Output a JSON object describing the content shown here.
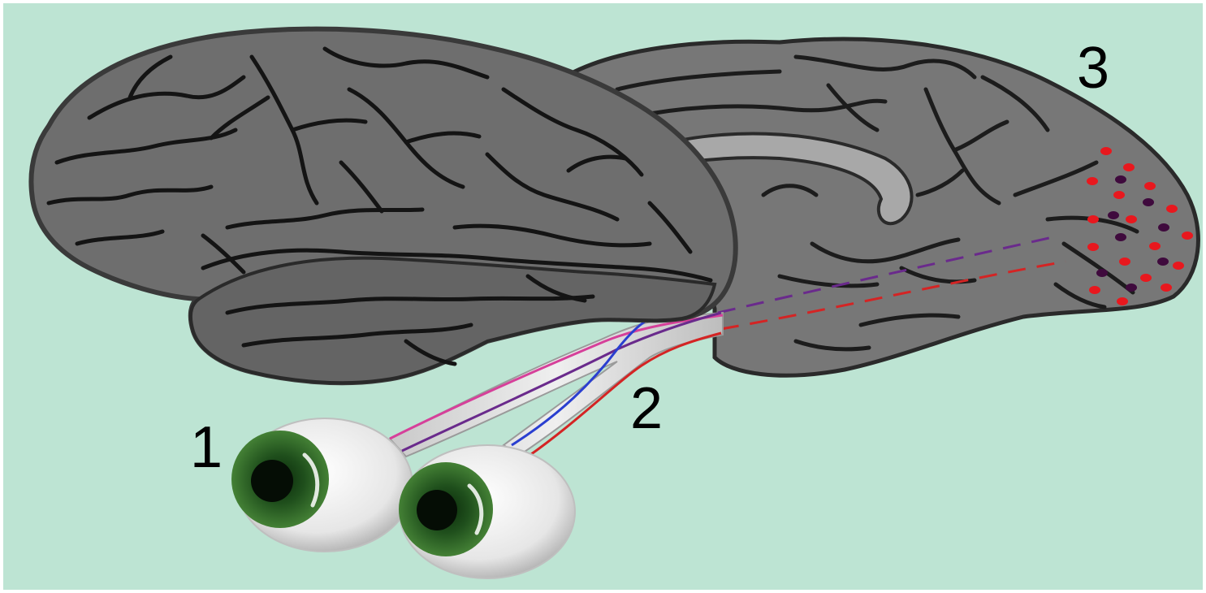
{
  "labels": {
    "eyes": "1",
    "optic_nerves": "2",
    "visual_cortex": "3"
  },
  "icons": [
    "brain-lateral-view",
    "brain-medial-view",
    "eyeball-icon",
    "optic-nerve",
    "neuron-dots"
  ],
  "colors": {
    "background": "#bde4d3",
    "brain_lateral": "#6e6e6e",
    "brain_medial": "#777777",
    "sulci": "#1c1c1c",
    "corpus_callosum": "#a6a6a6",
    "nerve_pink": "#d6409a",
    "nerve_purple": "#6a2a8c",
    "nerve_blue": "#2a3fd0",
    "nerve_red": "#d42424",
    "dot_red": "#e8181e",
    "dot_purple": "#3f0a3d",
    "iris": "#2f6b2a",
    "eyeball": "#f2f2f2"
  }
}
